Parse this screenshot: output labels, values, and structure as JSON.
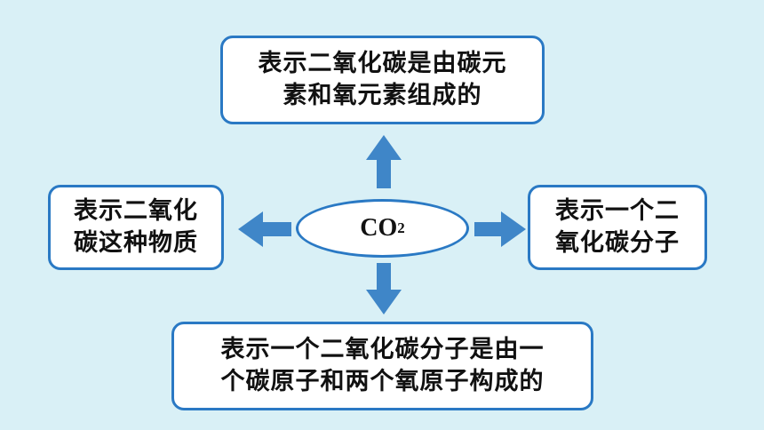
{
  "center": {
    "formula_main": "CO",
    "formula_sub": "2"
  },
  "top": {
    "lines": [
      "表示二氧化碳是由碳元",
      "素和氧元素组成的"
    ]
  },
  "left": {
    "lines": [
      "表示二氧化",
      "碳这种物质"
    ]
  },
  "right": {
    "lines": [
      "表示一个二",
      "氧化碳分子"
    ]
  },
  "bottom": {
    "lines": [
      "表示一个二氧化碳分子是由一",
      "个碳原子和两个氧原子构成的"
    ]
  },
  "colors": {
    "background": "#d9f0f6",
    "accent": "#2a79c4",
    "arrow": "#3f86c8"
  }
}
